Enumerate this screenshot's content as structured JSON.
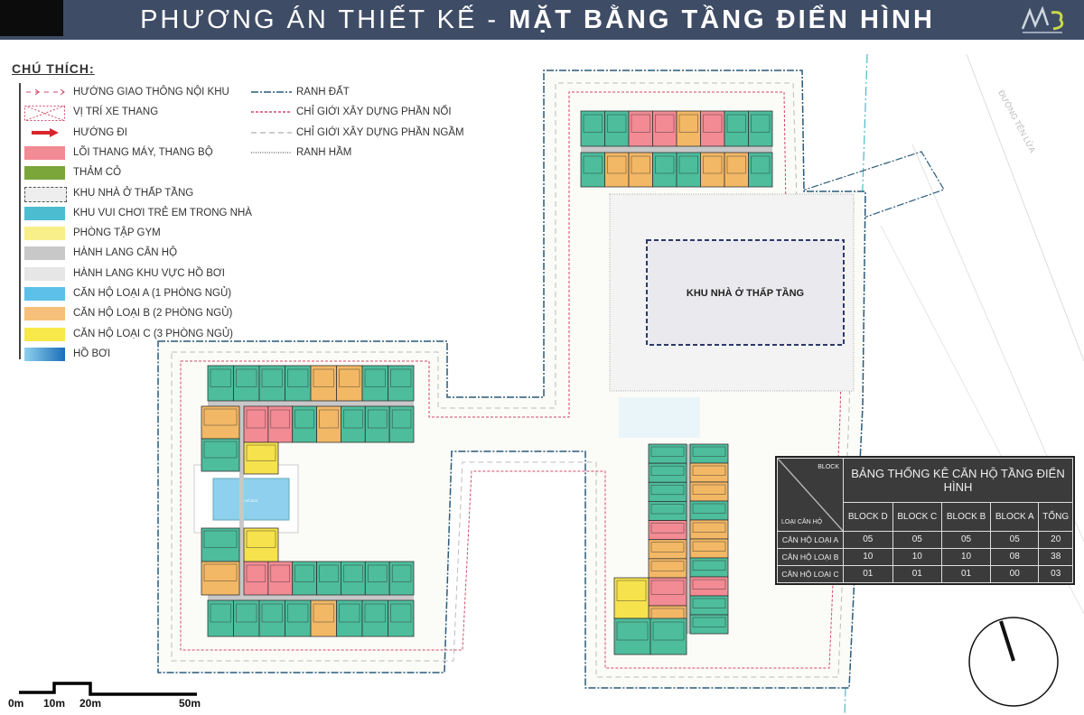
{
  "header": {
    "title_regular": "PHƯƠNG ÁN THIẾT KẾ - ",
    "title_bold": "MẶT BẰNG TẦNG ĐIỂN HÌNH",
    "logo_text": "MG"
  },
  "legend": {
    "title": "CHÚ THÍCH:",
    "items": [
      {
        "label": "HƯỚNG GIAO THÔNG NỘI KHU",
        "icon": "dashed-arrow"
      },
      {
        "label": "VỊ TRÍ XE THANG",
        "icon": "crossed-box"
      },
      {
        "label": "HƯỚNG ĐI",
        "icon": "red-arrow",
        "color": "#d9262c"
      },
      {
        "label": "LÕI THANG MÁY, THANG BỘ",
        "color": "#f28b94"
      },
      {
        "label": "THẢM CỎ",
        "color": "#7aa63a"
      },
      {
        "label": "KHU NHÀ Ở THẤP TẦNG",
        "color": "#eeeeee"
      },
      {
        "label": "KHU VUI CHƠI TRẺ EM TRONG NHÀ",
        "color": "#4cbcd0"
      },
      {
        "label": "PHÒNG TẬP GYM",
        "color": "#f8ef8a"
      },
      {
        "label": "HÀNH LANG CĂN HỘ",
        "color": "#c8c8c8"
      },
      {
        "label": "HÀNH LANG KHU VỰC HỒ BƠI",
        "color": "#e6e6e6"
      },
      {
        "label": "CĂN HỘ LOẠI A (1 PHÒNG NGỦ)",
        "color": "#5cc0e8"
      },
      {
        "label": "CĂN HỘ LOẠI B (2 PHÒNG NGỦ)",
        "color": "#f6c07a"
      },
      {
        "label": "CĂN HỘ LOẠI C (3 PHÒNG NGỦ)",
        "color": "#f8e84a"
      },
      {
        "label": "HỒ BƠI",
        "color": "#3a9ad8"
      }
    ],
    "lines": [
      {
        "label": "RANH ĐẤT",
        "color": "#2a5a7a"
      },
      {
        "label": "CHỈ GIỚI XÂY DỰNG PHẦN NỔI",
        "color": "#d24a6a"
      },
      {
        "label": "CHỈ GIỚI XÂY DỰNG PHẦN NGẦM",
        "color": "#bbbbbb"
      },
      {
        "label": "RANH HẦM",
        "color": "#777777"
      }
    ]
  },
  "plan": {
    "lowrise_label": "KHU NHÀ Ở THẤP TẦNG",
    "road_label": "ĐƯỜNG TÊN LỬA",
    "pool_label": "HỒ BƠI",
    "colors": {
      "unit_a": "#4dbd9c",
      "unit_b": "#f3b866",
      "unit_c": "#f6e24c",
      "core": "#f28b94",
      "corridor": "#c8c8c8",
      "pool": "#8fd0ee",
      "boundary": "#2a5a7a",
      "setback": "#d24a6a"
    }
  },
  "table": {
    "title": "BẢNG THỐNG KÊ CĂN HỘ TẦNG ĐIỂN HÌNH",
    "corner_top": "BLOCK",
    "corner_bottom": "LOẠI CĂN HỘ",
    "columns": [
      "BLOCK D",
      "BLOCK C",
      "BLOCK B",
      "BLOCK A",
      "TỔNG"
    ],
    "rows": [
      {
        "label": "CĂN HỘ LOẠI A",
        "values": [
          "05",
          "05",
          "05",
          "05",
          "20"
        ]
      },
      {
        "label": "CĂN HỘ LOẠI B",
        "values": [
          "10",
          "10",
          "10",
          "08",
          "38"
        ]
      },
      {
        "label": "CĂN HỘ LOẠI C",
        "values": [
          "01",
          "01",
          "01",
          "00",
          "03"
        ]
      }
    ]
  },
  "scale": {
    "labels": [
      "0m",
      "10m",
      "20m",
      "50m"
    ]
  }
}
